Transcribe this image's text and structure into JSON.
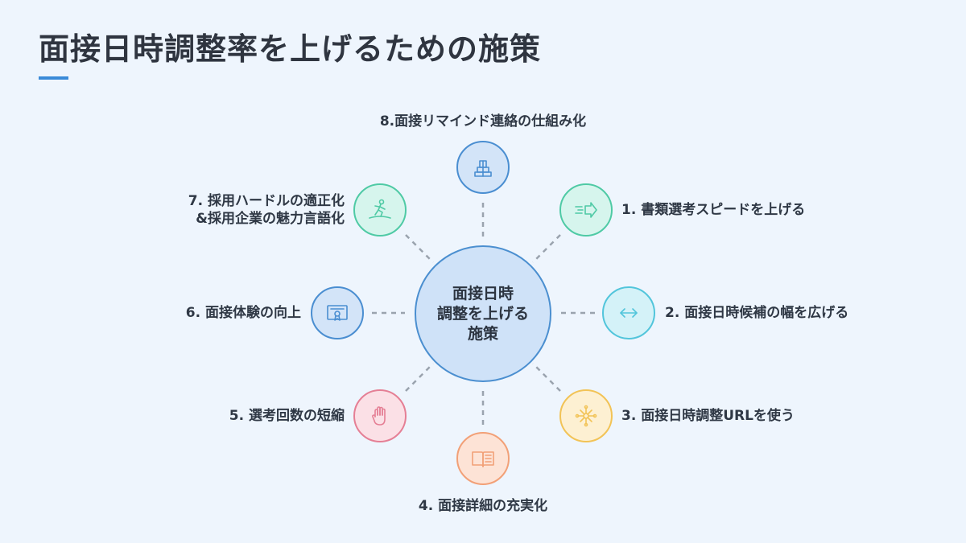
{
  "title": "面接日時調整率を上げるための施策",
  "center": {
    "lines": [
      "面接日時",
      "調整を上げる",
      "施策"
    ],
    "fill": "#cfe2f8",
    "stroke": "#4b8fd0"
  },
  "measures": [
    {
      "id": "8",
      "lines": [
        "8.面接リマインド連絡の仕組み化"
      ],
      "icon": "pyramid-icon",
      "fill": "#d3e4f8",
      "stroke": "#4a8ed1"
    },
    {
      "id": "1",
      "lines": [
        "1. 書類選考スピードを上げる"
      ],
      "icon": "fast-arrow-icon",
      "fill": "#d6f5ed",
      "stroke": "#4fcaa5"
    },
    {
      "id": "2",
      "lines": [
        "2. 面接日時候補の幅を広げる"
      ],
      "icon": "double-arrow-icon",
      "fill": "#d4f2f8",
      "stroke": "#52c5db"
    },
    {
      "id": "3",
      "lines": [
        "3. 面接日時調整URLを使う"
      ],
      "icon": "network-icon",
      "fill": "#fdf0d2",
      "stroke": "#f2c356"
    },
    {
      "id": "4",
      "lines": [
        "4. 面接詳細の充実化"
      ],
      "icon": "book-icon",
      "fill": "#fde3d6",
      "stroke": "#f2a077"
    },
    {
      "id": "5",
      "lines": [
        "5. 選考回数の短縮"
      ],
      "icon": "hand-icon",
      "fill": "#fbe0e6",
      "stroke": "#e57f95"
    },
    {
      "id": "6",
      "lines": [
        "6. 面接体験の向上"
      ],
      "icon": "certificate-icon",
      "fill": "#d3e4f8",
      "stroke": "#4a8ed1"
    },
    {
      "id": "7",
      "lines": [
        "7. 採用ハードルの適正化",
        "&採用企業の魅力言語化"
      ],
      "icon": "surfer-icon",
      "fill": "#d6f5ed",
      "stroke": "#4fcaa5"
    }
  ]
}
